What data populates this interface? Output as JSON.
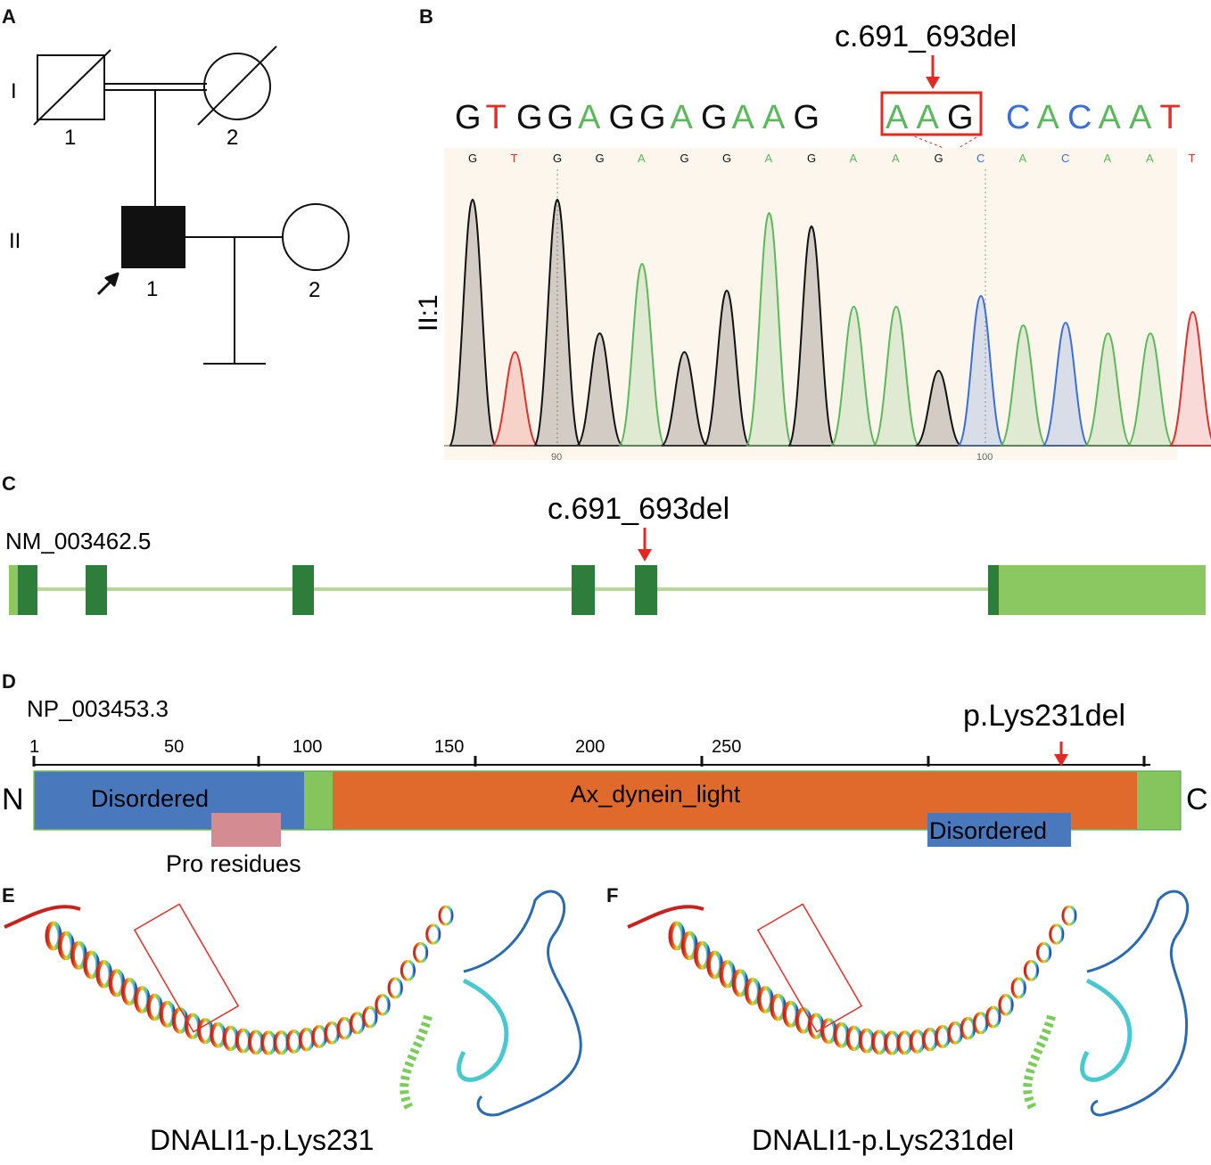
{
  "panels": {
    "a": {
      "letter": "A",
      "generations": [
        "I",
        "II"
      ],
      "individuals": {
        "i1": "1",
        "i2": "2",
        "ii1": "1",
        "ii2": "2"
      }
    },
    "b": {
      "letter": "B",
      "mutation_label": "c.691_693del",
      "ref_seq_left": [
        "G",
        "T",
        "G",
        "G",
        "A",
        "G",
        "G",
        "A",
        "G",
        "A",
        "A",
        "G"
      ],
      "ref_seq_boxed": [
        "A",
        "A",
        "G"
      ],
      "ref_seq_right": [
        "C",
        "A",
        "C",
        "A",
        "A",
        "T"
      ],
      "trace_bases": [
        "G",
        "T",
        "G",
        "G",
        "A",
        "G",
        "G",
        "A",
        "G",
        "A",
        "A",
        "G",
        "C",
        "A",
        "C",
        "A",
        "A",
        "T"
      ],
      "sample_label": "II:1",
      "position_ticks": [
        "90",
        "100"
      ]
    },
    "c": {
      "letter": "C",
      "transcript": "NM_003462.5",
      "mutation_label": "c.691_693del"
    },
    "d": {
      "letter": "D",
      "protein": "NP_003453.3",
      "ticks": [
        "1",
        "50",
        "100",
        "150",
        "200",
        "250"
      ],
      "mutation_label": "p.Lys231del",
      "n_term": "N",
      "c_term": "C",
      "domains": {
        "disordered_n": "Disordered",
        "ax_dynein": "Ax_dynein_light",
        "disordered_c": "Disordered",
        "pro_residues": "Pro residues"
      }
    },
    "e": {
      "letter": "E",
      "caption": "DNALI1-p.Lys231"
    },
    "f": {
      "letter": "F",
      "caption": "DNALI1-p.Lys231del"
    }
  },
  "colors": {
    "base_A": "#5cb85c",
    "base_C": "#3a6fd8",
    "base_G": "#111111",
    "base_T": "#e0302a",
    "mutation_red": "#e02a22",
    "exon_dark": "#2e7d3a",
    "exon_light": "#8cc862",
    "intron_line": "#b6d99a",
    "domain_blue": "#4a78bd",
    "domain_orange": "#e06a2b",
    "domain_green": "#86c55e",
    "pro_pink": "#d48c92",
    "trace_bg": "#fdf6ec"
  }
}
